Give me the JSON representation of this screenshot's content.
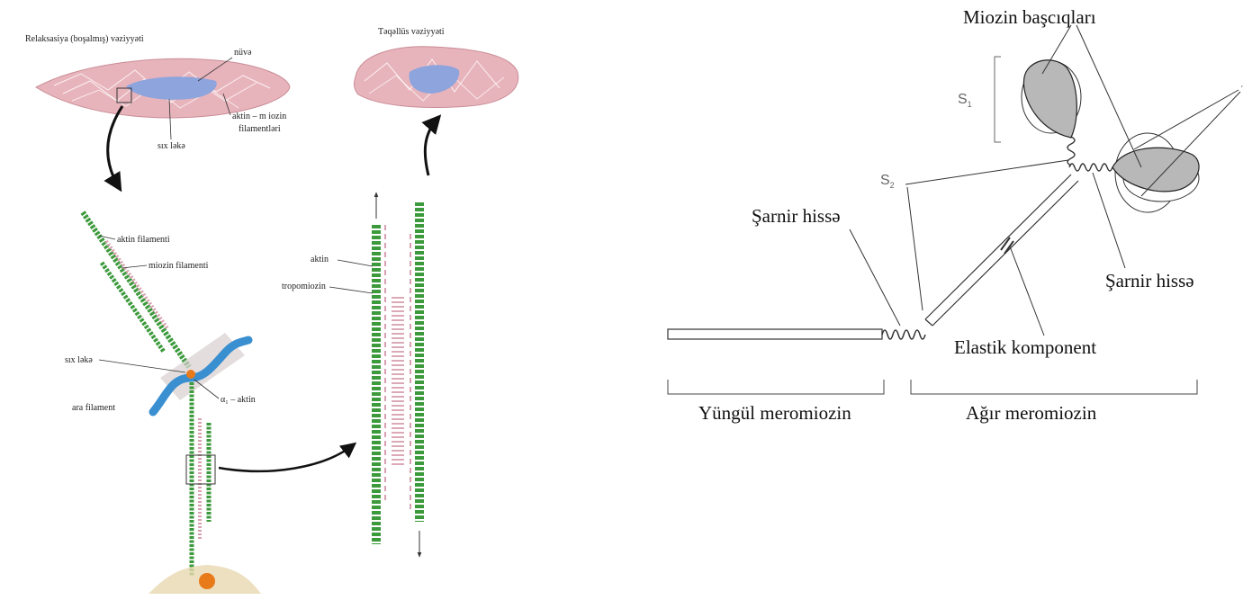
{
  "left_panel": {
    "relaxed_state_label": "Relaksasiya (boşalmış) vəziyyəti",
    "contracted_state_label": "Təqəllüs vəziyyəti",
    "nucleus_label": "nüvə",
    "actin_myosin_label_line1": "aktin – m iozin",
    "actin_myosin_label_line2": "filamentləri",
    "dense_spot_label_top": "sıx ləkə",
    "actin_filament_label": "aktin filamenti",
    "myosin_filament_label": "miozin filamenti",
    "dense_spot_label_mid": "sıx ləkə",
    "intermediate_filament_label": "ara filament",
    "alpha_actin_label": "α₁ – aktin",
    "actin_label": "aktin",
    "tropomyosin_label": "tropomiozin"
  },
  "right_panel": {
    "myosin_heads_label": "Miozin başcıqları",
    "s1_label": "S",
    "s1_sub": "1",
    "s2_label": "S",
    "s2_sub": "2",
    "hinge_left_label": "Şarnir hissə",
    "hinge_right_label": "Şarnir hissə",
    "elastic_label": "Elastik komponent",
    "light_meromyosin_label": "Yüngül meromiozin",
    "heavy_meromyosin_label": "Ağır meromiozin"
  },
  "colors": {
    "cell_pink": "#e8b4bc",
    "nucleus_blue": "#8ea4dc",
    "actin_green": "#3c9a3c",
    "myosin_pink": "#d9a0b0",
    "intermediate_blue": "#3a8fd0",
    "dense_orange": "#e87a1a",
    "head_gray": "#b8b8b8"
  }
}
